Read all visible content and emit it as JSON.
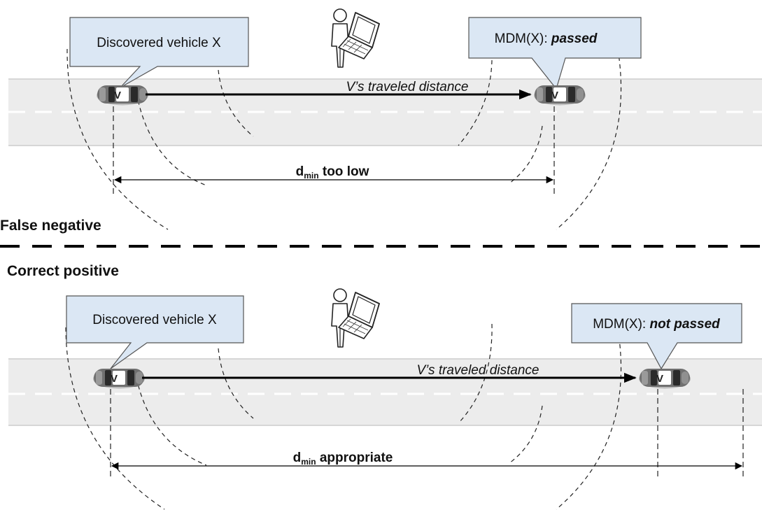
{
  "top": {
    "callout_left": "Discovered vehicle X",
    "callout_right_prefix": "MDM(X): ",
    "callout_right_status": "passed",
    "travel_label": "V’s traveled distance",
    "dmin_main": "d",
    "dmin_sub": "min",
    "dmin_suffix": " too low",
    "car_badge": "V"
  },
  "section_labels": {
    "top": "False negative",
    "bottom": "Correct positive"
  },
  "bottom": {
    "callout_left": "Discovered vehicle X",
    "callout_right_prefix": "MDM(X): ",
    "callout_right_status": "not passed",
    "travel_label": "V’s traveled distance",
    "dmin_main": "d",
    "dmin_sub": "min",
    "dmin_suffix": " appropriate",
    "car_badge": "V"
  },
  "colors": {
    "road": "#ececec",
    "road_edge": "#d6d6d6",
    "callout_fill": "#dbe7f4",
    "callout_stroke": "#555555",
    "car_body": "#6f6f6f"
  },
  "icons": [
    "person-icon",
    "laptop-icon",
    "car-icon"
  ]
}
